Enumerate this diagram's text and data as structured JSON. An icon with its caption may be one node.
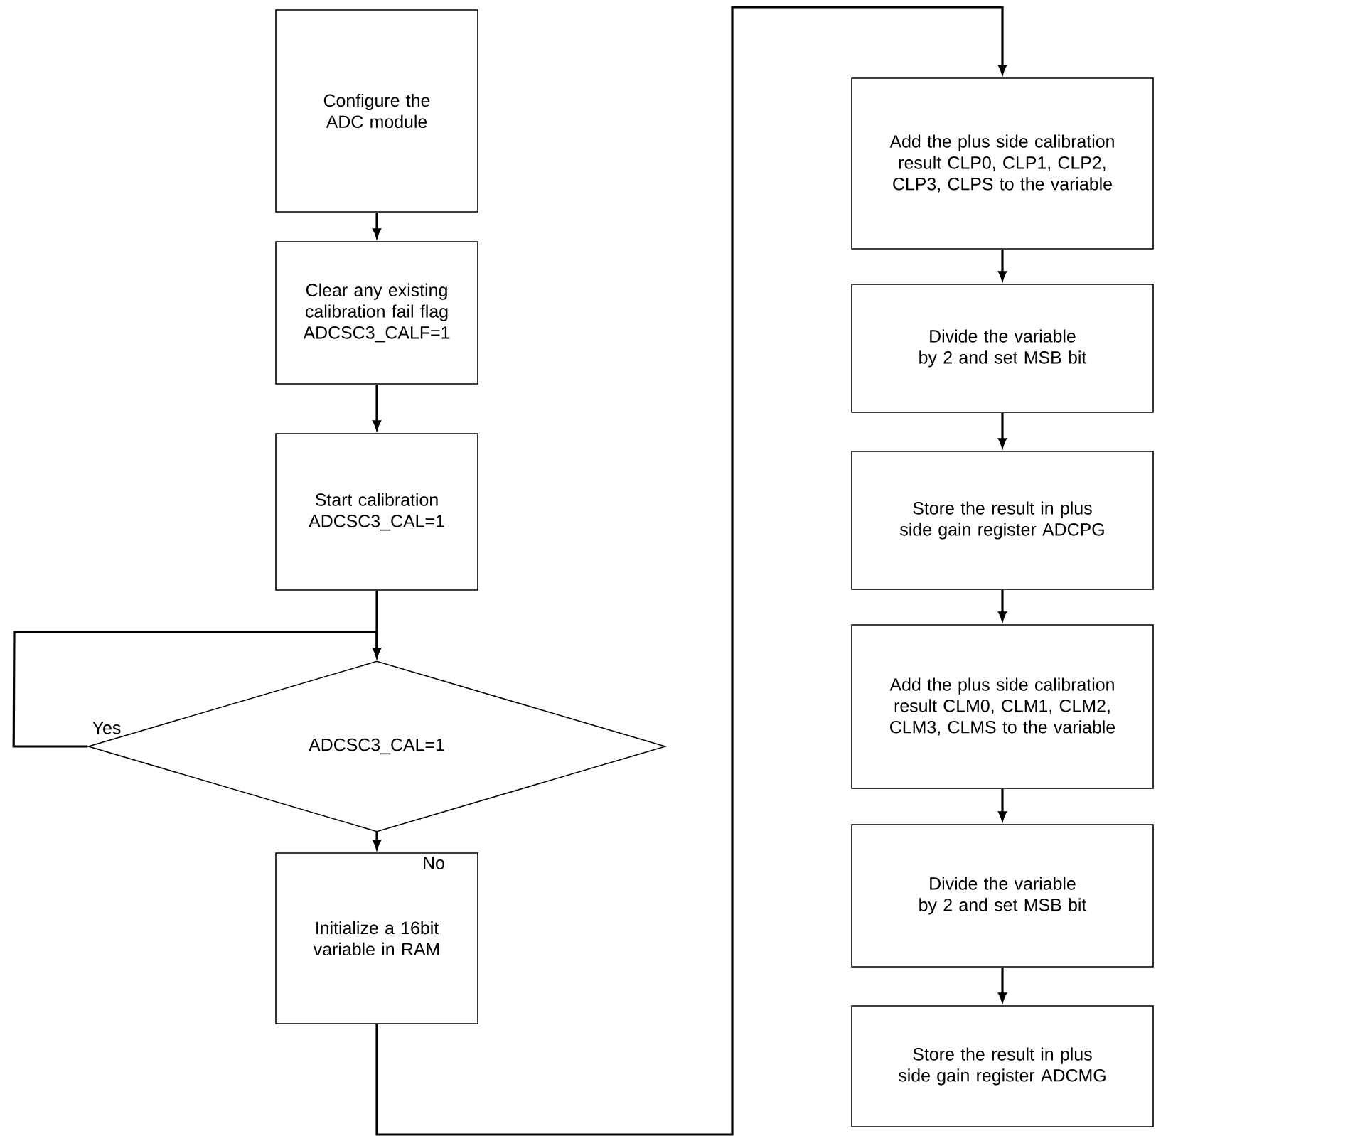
{
  "diagram": {
    "nodes": [
      {
        "text": [
          "Configure the ADC module"
        ]
      },
      {
        "text": [
          "Clear any existing calibration fail flag ADCSC3_CALF=1"
        ]
      },
      {
        "text": [
          "Start calibration ADCSC3_CAL=1"
        ]
      },
      {
        "text": [
          "ADCSC3_CAL=1"
        ]
      },
      {
        "text": [
          "Initialize a 16bit variable in RAM"
        ]
      },
      {
        "text": [
          "Add the plus side calibration result CLP0, CLP1, CLP2, CLP3, CLPS to the variable"
        ]
      },
      {
        "text": [
          "Divide the variable by 2 and set MSB bit"
        ]
      },
      {
        "text": [
          "Store the result in plus side gain register ADCPG"
        ]
      },
      {
        "text": [
          "Add the plus side calibration result CLM0, CLM1, CLM2, CLM3, CLMS to the variable"
        ]
      },
      {
        "text": [
          "Divide the variable by 2 and set MSB bit"
        ]
      },
      {
        "text": [
          "Store the result in plus side gain register ADCMG"
        ]
      }
    ],
    "edges": [
      {
        "from": 0,
        "to": 1,
        "arrow": "to"
      },
      {
        "from": 1,
        "to": 2,
        "arrow": "to"
      },
      {
        "from": 2,
        "to": 3,
        "arrow": "to"
      },
      {
        "from": 3,
        "to": 3,
        "arrow": "to",
        "label": "Yes"
      },
      {
        "from": 3,
        "to": 4,
        "arrow": "to",
        "label": "No"
      },
      {
        "from": 4,
        "to": 5,
        "arrow": "to"
      },
      {
        "from": 5,
        "to": 6,
        "arrow": "to"
      },
      {
        "from": 6,
        "to": 7,
        "arrow": "to"
      },
      {
        "from": 7,
        "to": 8,
        "arrow": "to"
      },
      {
        "from": 8,
        "to": 9,
        "arrow": "to"
      },
      {
        "from": 9,
        "to": 10,
        "arrow": "to"
      }
    ]
  }
}
